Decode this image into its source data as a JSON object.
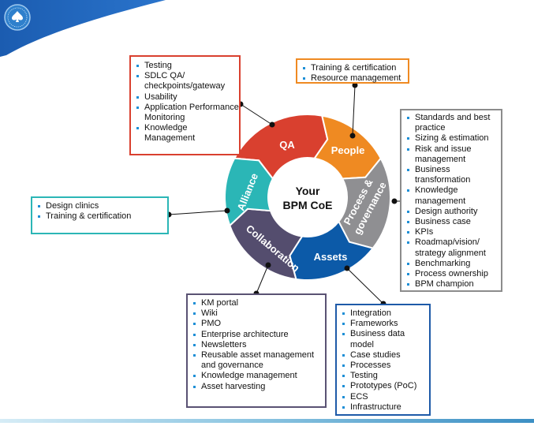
{
  "logo": {
    "text": "Collaborative Business Experience",
    "icon": "spade-icon"
  },
  "colors": {
    "header_blue": "#1a5fb4",
    "qa": "#d9402f",
    "people": "#ef8a22",
    "process": "#8f8f92",
    "assets": "#0c5aa8",
    "collaboration": "#544d6e",
    "alliance": "#2bb6b6",
    "bullet": "#1e8fd6"
  },
  "center": {
    "line1": "Your",
    "line2": "BPM CoE"
  },
  "segments": [
    {
      "id": "qa",
      "label": "QA"
    },
    {
      "id": "people",
      "label": "People"
    },
    {
      "id": "process",
      "label_line1": "Process &",
      "label_line2": "governance"
    },
    {
      "id": "assets",
      "label": "Assets"
    },
    {
      "id": "collaboration",
      "label": "Collaboration"
    },
    {
      "id": "alliance",
      "label": "Alliance"
    }
  ],
  "boxes": {
    "qa": {
      "items": [
        "Testing",
        "SDLC QA/ checkpoints/gateway",
        "Usability",
        "Application Performance Monitoring",
        "Knowledge Management"
      ]
    },
    "people": {
      "items": [
        "Training & certification",
        "Resource management"
      ]
    },
    "process": {
      "items": [
        "Standards and best practice",
        "Sizing & estimation",
        "Risk and issue management",
        "Business transformation",
        "Knowledge management",
        "Design authority",
        "Business case",
        "KPIs",
        "Roadmap/vision/ strategy alignment",
        "Benchmarking",
        "Process ownership",
        "BPM champion"
      ]
    },
    "alliance": {
      "items": [
        "Design clinics",
        "Training & certification"
      ]
    },
    "collaboration": {
      "items": [
        "KM portal",
        "Wiki",
        "PMO",
        "Enterprise architecture",
        "Newsletters",
        "Reusable asset management and governance",
        "Knowledge management",
        "Asset harvesting"
      ]
    },
    "assets": {
      "items": [
        "Integration",
        "Frameworks",
        "Business data model",
        "Case studies",
        "Processes",
        "Testing",
        "Prototypes (PoC)",
        "ECS",
        "Infrastructure"
      ]
    }
  }
}
